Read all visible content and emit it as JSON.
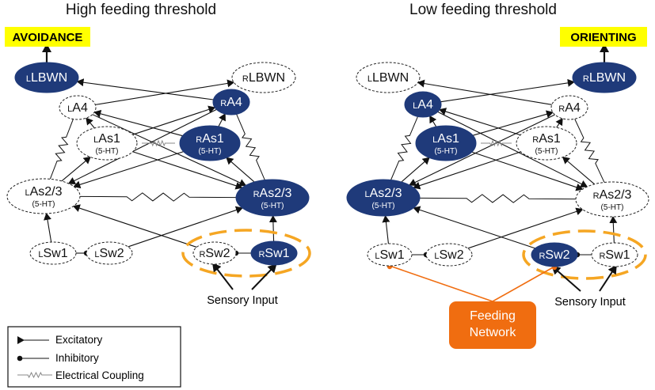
{
  "panels": [
    {
      "id": "left",
      "title": "High feeding threshold",
      "output_label": "AVOIDANCE",
      "nodes": {
        "LBWN_L": {
          "prefix": "L",
          "name": "LBWN",
          "sub": "",
          "filled": true
        },
        "LBWN_R": {
          "prefix": "R",
          "name": "LBWN",
          "sub": "",
          "filled": false
        },
        "A4_L": {
          "prefix": "L",
          "name": "A4",
          "sub": "",
          "filled": false
        },
        "A4_R": {
          "prefix": "R",
          "name": "A4",
          "sub": "",
          "filled": true
        },
        "As1_L": {
          "prefix": "L",
          "name": "As1",
          "sub": "(5-HT)",
          "filled": false
        },
        "As1_R": {
          "prefix": "R",
          "name": "As1",
          "sub": "(5-HT)",
          "filled": true
        },
        "As23_L": {
          "prefix": "L",
          "name": "As2/3",
          "sub": "(5-HT)",
          "filled": false
        },
        "As23_R": {
          "prefix": "R",
          "name": "As2/3",
          "sub": "(5-HT)",
          "filled": true
        },
        "Sw1_L": {
          "prefix": "L",
          "name": "Sw1",
          "sub": "",
          "filled": false
        },
        "Sw2_L": {
          "prefix": "L",
          "name": "Sw2",
          "sub": "",
          "filled": false
        },
        "Sw2_R": {
          "prefix": "R",
          "name": "Sw2",
          "sub": "",
          "filled": false
        },
        "Sw1_R": {
          "prefix": "R",
          "name": "Sw1",
          "sub": "",
          "filled": true
        }
      },
      "sensory_input": "Sensory Input"
    },
    {
      "id": "right",
      "title": "Low feeding threshold",
      "output_label": "ORIENTING",
      "nodes": {
        "LBWN_L": {
          "prefix": "L",
          "name": "LBWN",
          "sub": "",
          "filled": false
        },
        "LBWN_R": {
          "prefix": "R",
          "name": "LBWN",
          "sub": "",
          "filled": true
        },
        "A4_L": {
          "prefix": "L",
          "name": "A4",
          "sub": "",
          "filled": true
        },
        "A4_R": {
          "prefix": "R",
          "name": "A4",
          "sub": "",
          "filled": false
        },
        "As1_L": {
          "prefix": "L",
          "name": "As1",
          "sub": "(5-HT)",
          "filled": true
        },
        "As1_R": {
          "prefix": "R",
          "name": "As1",
          "sub": "(5-HT)",
          "filled": false
        },
        "As23_L": {
          "prefix": "L",
          "name": "As2/3",
          "sub": "(5-HT)",
          "filled": true
        },
        "As23_R": {
          "prefix": "R",
          "name": "As2/3",
          "sub": "(5-HT)",
          "filled": false
        },
        "Sw1_L": {
          "prefix": "L",
          "name": "Sw1",
          "sub": "",
          "filled": false
        },
        "Sw2_L": {
          "prefix": "L",
          "name": "Sw2",
          "sub": "",
          "filled": false
        },
        "Sw2_R": {
          "prefix": "R",
          "name": "Sw2",
          "sub": "",
          "filled": true
        },
        "Sw1_R": {
          "prefix": "R",
          "name": "Sw1",
          "sub": "",
          "filled": false
        }
      },
      "sensory_input": "Sensory Input",
      "feeding_network": [
        "Feeding",
        "Network"
      ]
    }
  ],
  "legend": {
    "excitatory": "Excitatory",
    "inhibitory": "Inhibitory",
    "electrical": "Electrical Coupling"
  },
  "colors": {
    "filled_node": "#1f3a7a",
    "highlight": "#ffff00",
    "dashed_ring": "#f5a623",
    "feeding": "#f06d10",
    "line": "#111111"
  }
}
